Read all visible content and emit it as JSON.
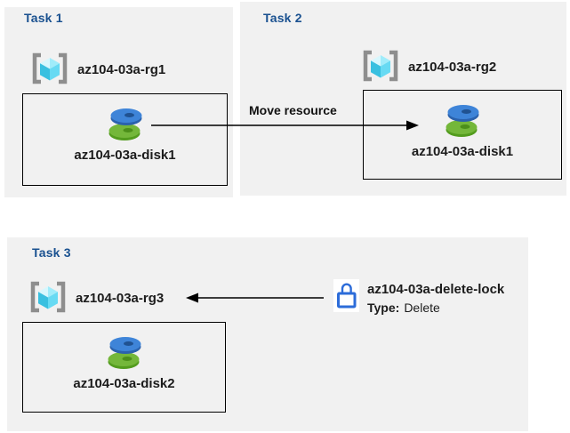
{
  "diagram": {
    "tasks": [
      {
        "title": "Task 1",
        "rg": "az104-03a-rg1",
        "disk": "az104-03a-disk1"
      },
      {
        "title": "Task 2",
        "rg": "az104-03a-rg2",
        "disk": "az104-03a-disk1"
      },
      {
        "title": "Task 3",
        "rg": "az104-03a-rg3",
        "disk": "az104-03a-disk2"
      }
    ],
    "move_arrow_label": "Move resource",
    "lock": {
      "name": "az104-03a-delete-lock",
      "type_label": "Type:",
      "type_value": "Delete"
    },
    "colors": {
      "panel_bg": "#f1f1f1",
      "task_heading_blue": "#1a5190",
      "disk_blue": "#3e84d8",
      "disk_green": "#74b73a",
      "lock_blue": "#2c6cd9",
      "bracket_gray": "#8e8e8e",
      "cube_cyan": "#39c0e0",
      "arrow_black": "#000000"
    }
  }
}
